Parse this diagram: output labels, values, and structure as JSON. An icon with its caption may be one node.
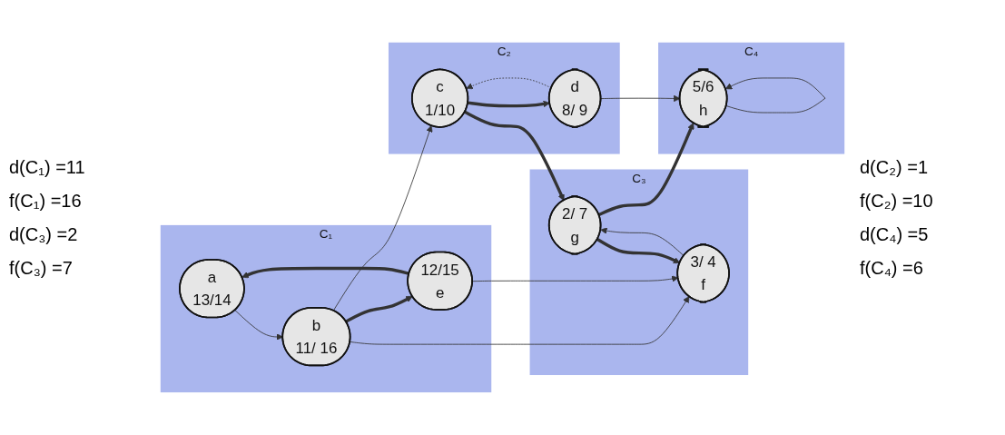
{
  "diagram": {
    "nodes": [
      {
        "text": [
          "C₁"
        ]
      },
      {
        "text": [
          "a",
          "13/14"
        ],
        "in": 0
      },
      {
        "text": [
          "b",
          "11/ 16"
        ],
        "in": 0
      },
      {
        "text": [
          "12/15",
          "e"
        ],
        "in": 0
      },
      {
        "text": [
          "C₂"
        ]
      },
      {
        "text": [
          "c",
          "1/10"
        ],
        "in": 4
      },
      {
        "text": [
          "d",
          "8/ 9"
        ],
        "in": 4
      },
      {
        "text": [
          "C₃"
        ]
      },
      {
        "text": [
          "3/ 4",
          "f"
        ],
        "in": 7
      },
      {
        "text": [
          "2/ 7",
          "g"
        ],
        "in": 7
      },
      {
        "text": [
          "C₄"
        ]
      },
      {
        "text": [
          "5/6",
          "h"
        ],
        "in": 10
      }
    ],
    "edges": [
      {
        "from": 1,
        "to": 2,
        "arrow": "to"
      },
      {
        "from": 2,
        "to": 5,
        "arrow": "to"
      },
      {
        "from": 2,
        "to": 3,
        "arrow": "to",
        "style": "thick"
      },
      {
        "from": 3,
        "to": 1,
        "arrow": "to",
        "style": "thick"
      },
      {
        "from": 2,
        "to": 8,
        "arrow": "to"
      },
      {
        "from": 3,
        "to": 8,
        "arrow": "to"
      },
      {
        "from": 5,
        "to": 6,
        "arrow": "to",
        "style": "thick"
      },
      {
        "from": 6,
        "to": 5,
        "arrow": "to",
        "style": "dashed"
      },
      {
        "from": 5,
        "to": 9,
        "arrow": "to",
        "style": "thick"
      },
      {
        "from": 6,
        "to": 11,
        "arrow": "to"
      },
      {
        "from": 8,
        "to": 9,
        "arrow": "to"
      },
      {
        "from": 9,
        "to": 8,
        "arrow": "to",
        "style": "thick"
      },
      {
        "from": 9,
        "to": 11,
        "arrow": "to",
        "style": "thick"
      },
      {
        "from": 11,
        "to": 11,
        "arrow": "to"
      }
    ],
    "labels": [
      "d(C₁) =11",
      "f(C₁) =16",
      "d(C₂) =1",
      "f(C₂) =10",
      "d(C₃) =2",
      "f(C₃) =7",
      "d(C₄) =5",
      "f(C₄) =6"
    ]
  }
}
